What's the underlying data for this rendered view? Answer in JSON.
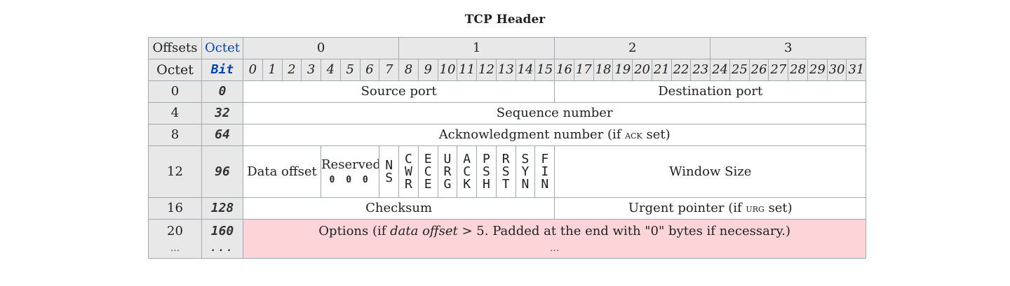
{
  "title": "TCP Header",
  "header": {
    "offsets_label": "Offsets",
    "octet_label": "Octet",
    "octet_col_label": "Octet",
    "bit_col_label": "Bit",
    "octet_groups": [
      "0",
      "1",
      "2",
      "3"
    ],
    "bits": [
      "0",
      "1",
      "2",
      "3",
      "4",
      "5",
      "6",
      "7",
      "8",
      "9",
      "10",
      "11",
      "12",
      "13",
      "14",
      "15",
      "16",
      "17",
      "18",
      "19",
      "20",
      "21",
      "22",
      "23",
      "24",
      "25",
      "26",
      "27",
      "28",
      "29",
      "30",
      "31"
    ]
  },
  "rows": [
    {
      "octet": "0",
      "bit": "0",
      "fields": {
        "source_port": "Source port",
        "destination_port": "Destination port"
      }
    },
    {
      "octet": "4",
      "bit": "32",
      "fields": {
        "sequence_number": "Sequence number"
      }
    },
    {
      "octet": "8",
      "bit": "64",
      "fields": {
        "ack_prefix": "Acknowledgment number (if ",
        "ack_flag": "ack",
        "ack_suffix": " set)"
      }
    },
    {
      "octet": "12",
      "bit": "96",
      "fields": {
        "data_offset": "Data offset",
        "reserved": "Reserved",
        "reserved_bits": "0 0 0",
        "flags": [
          [
            "N",
            "S"
          ],
          [
            "C",
            "W",
            "R"
          ],
          [
            "E",
            "C",
            "E"
          ],
          [
            "U",
            "R",
            "G"
          ],
          [
            "A",
            "C",
            "K"
          ],
          [
            "P",
            "S",
            "H"
          ],
          [
            "R",
            "S",
            "T"
          ],
          [
            "S",
            "Y",
            "N"
          ],
          [
            "F",
            "I",
            "N"
          ]
        ],
        "window_size": "Window Size"
      }
    },
    {
      "octet": "16",
      "bit": "128",
      "fields": {
        "checksum": "Checksum",
        "urgent_prefix": "Urgent pointer (if ",
        "urgent_flag": "urg",
        "urgent_suffix": " set)"
      }
    },
    {
      "octet": "20",
      "bit": "160",
      "octet_more": "...",
      "bit_more": "...",
      "fields": {
        "options_prefix": "Options (if ",
        "options_italic": "data offset",
        "options_suffix": " > 5. Padded at the end with \"0\" bytes if necessary.)",
        "options_more": "..."
      }
    }
  ],
  "colors": {
    "header_bg": "#e8e8e8",
    "options_bg": "#fdd5d9",
    "link_blue": "#0645ad",
    "border": "#a2a9b1"
  }
}
